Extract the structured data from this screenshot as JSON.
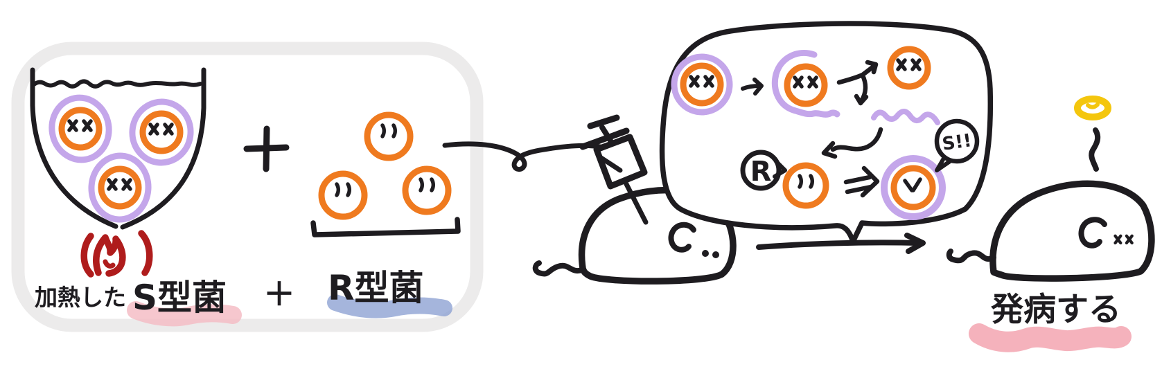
{
  "panel_left": {
    "heated_label": "加熱した",
    "s_type_label": "S型菌",
    "plus_label": "＋",
    "r_type_label": "R型菌"
  },
  "bubble": {
    "r_badge": "R",
    "s_exclamation": "S!!"
  },
  "outcome": {
    "label": "発病する"
  },
  "icons": {
    "panel": "rounded-frame",
    "beaker": "beaker-icon",
    "fire": "fire-icon",
    "plus": "plus-icon",
    "bracket": "underline-bracket-icon",
    "transfer_line": "curly-connector-line",
    "syringe": "syringe-icon",
    "mouse_injected": "mouse-icon",
    "mouse_diseased": "dead-mouse-icon",
    "thought_bubble": "speech-bubble-icon",
    "dead_s_bacterium": "dead-s-bacterium-icon",
    "live_r_bacterium": "live-r-bacterium-icon",
    "capsule_ring": "capsule-ring-icon",
    "capsule_strand": "capsule-strand-icon",
    "arrow": "arrow-icon",
    "double_arrow": "double-arrow-icon",
    "halo": "halo-icon"
  },
  "colors": {
    "ink": "#1e1c20",
    "orange": "#ef7a1f",
    "purple": "#c4a6ea",
    "fire": "#af1c1c",
    "halo": "#f4c60d",
    "pink_hl": "#f5bdc6",
    "blue_hl": "#8fa3d3",
    "outcome_hl": "#f3a4b0",
    "frame": "#ecebeb",
    "paper": "#ffffff"
  }
}
